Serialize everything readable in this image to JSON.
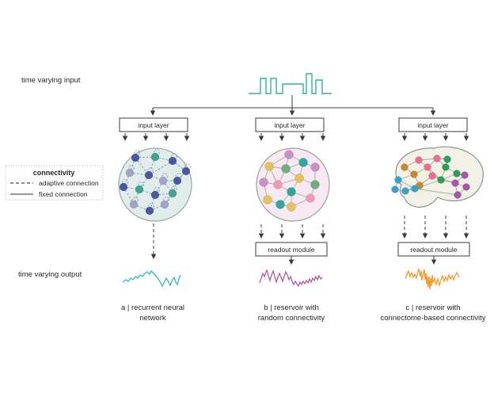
{
  "io_labels": {
    "input": "time varying input",
    "output": "time varying output"
  },
  "legend": {
    "title": "connectivity",
    "items": [
      {
        "label": "adaptive connection",
        "line_style": "dashed"
      },
      {
        "label": "fixed connection",
        "line_style": "solid"
      }
    ]
  },
  "modules": {
    "input_layer": "input layer",
    "readout_module": "readout module"
  },
  "panels": [
    {
      "id": "a",
      "caption_line1": "a | recurrent neural",
      "caption_line2": "network"
    },
    {
      "id": "b",
      "caption_line1": "b | reservoir with",
      "caption_line2": "random connectivity"
    },
    {
      "id": "c",
      "caption_line1": "c | reservoir with",
      "caption_line2": "connectome-based connectivity"
    }
  ],
  "colors": {
    "line": "#3c3c3c",
    "input_signal": "#2db4a0",
    "output_a": "#2eb8c8",
    "output_b": "#b4589f",
    "output_c": "#f39a2b",
    "panel_a": {
      "fill": "#e0edeb",
      "stroke": "#97a8a5",
      "edge": "#8795ab",
      "node_blue": "#4a58a4",
      "node_lavender": "#a6a0ce",
      "node_teal": "#3ba58e"
    },
    "panel_b": {
      "fill": "#f7e9f1",
      "stroke": "#a39ba1",
      "edge": "#ababab",
      "node_plum": "#c791c5",
      "node_teal": "#2fa79e",
      "node_yellow": "#e2c45a",
      "node_green": "#72ad7e",
      "node_pink": "#f09ab6"
    },
    "panel_c": {
      "fill": "#f2f1e5",
      "stroke": "#909090",
      "edge": "#a9a9a9",
      "node_orange": "#c8892e",
      "node_blue": "#36a2d0",
      "node_pink": "#ee6c8c",
      "node_green": "#2e9e56",
      "node_purple": "#a558a8"
    }
  }
}
